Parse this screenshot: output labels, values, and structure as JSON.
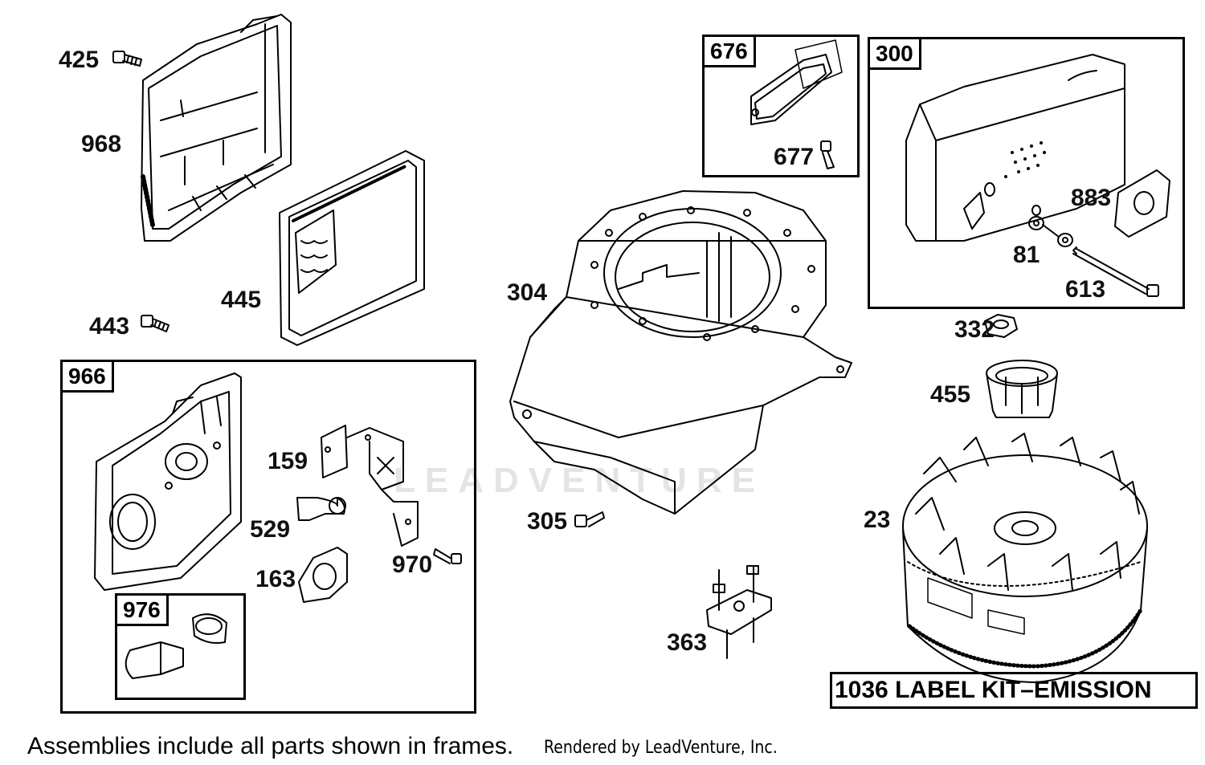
{
  "diagram": {
    "watermark_text": "LEADVENTURE",
    "frames": {
      "f676": {
        "label": "676"
      },
      "f300": {
        "label": "300"
      },
      "f966": {
        "label": "966"
      },
      "f976": {
        "label": "976"
      }
    },
    "callouts": {
      "p425": "425",
      "p968": "968",
      "p445": "445",
      "p443": "443",
      "p677": "677",
      "p304": "304",
      "p883": "883",
      "p81": "81",
      "p613": "613",
      "p332": "332",
      "p455": "455",
      "p159": "159",
      "p529": "529",
      "p163": "163",
      "p970": "970",
      "p305": "305",
      "p23": "23",
      "p363": "363"
    },
    "kit_label": "1036 LABEL KIT–EMISSION",
    "footer_note": "Assemblies include all parts shown in frames.",
    "footer_credit": "Rendered by LeadVenture, Inc."
  }
}
